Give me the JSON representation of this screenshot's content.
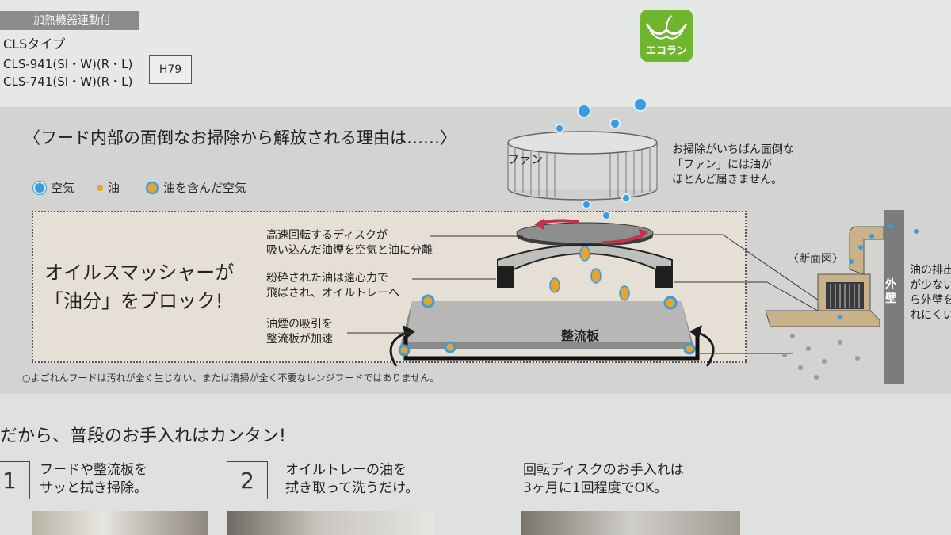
{
  "header": {
    "tag": "加熱機器連動付",
    "type_label": "CLSタイプ",
    "models": [
      "CLS-941(SI・W)(R・L)",
      "CLS-741(SI・W)(R・L)"
    ],
    "height_badge": "H79",
    "eco_label": "エコラン"
  },
  "diagram": {
    "headline": "〈フード内部の面倒なお掃除から解放される理由は……〉",
    "legend": [
      {
        "icon": "air-dot-icon",
        "label": "空気"
      },
      {
        "icon": "oil-dot-icon",
        "label": "油"
      },
      {
        "icon": "oily-air-dot-icon",
        "label": "油を含んだ空気"
      }
    ],
    "brand_message": [
      "オイルスマッシャーが",
      "「油分」をブロック!"
    ],
    "fan_label": "ファン",
    "fan_note": [
      "お掃除がいちばん面倒な",
      "「ファン」には油が",
      "ほとんど届きません。"
    ],
    "callouts": {
      "disk": [
        "高速回転するディスクが",
        "吸い込んだ油煙を空気と油に分離"
      ],
      "tray": [
        "粉砕された油は遠心力で",
        "飛ばされ、オイルトレーへ"
      ],
      "plate": [
        "油煙の吸引を",
        "整流板が加速"
      ]
    },
    "plate_label": "整流板",
    "cross_section_label": "〈断面図〉",
    "outer_wall": "外壁",
    "side_note": [
      "油の排出",
      "が少ない",
      "ら外壁を",
      "れにくい"
    ],
    "footnote": "○よごれんフードは汚れが全く生じない、または清掃が全く不要なレンジフードではありません。"
  },
  "care": {
    "heading": "だから、普段のお手入れはカンタン!",
    "steps": [
      {
        "number": "1",
        "text": [
          "フードや整流板を",
          "サッと拭き掃除。"
        ]
      },
      {
        "number": "2",
        "text": [
          "オイルトレーの油を",
          "拭き取って洗うだけ。"
        ]
      },
      {
        "number": "",
        "text": [
          "回転ディスクのお手入れは",
          "3ヶ月に1回程度でOK。"
        ]
      }
    ]
  },
  "colors": {
    "air": "#3a9be0",
    "oil": "#e3a52b",
    "eco_green": "#6fb52e",
    "panel": "#d3d4d2",
    "diagram_bg": "#e5dfd5"
  }
}
